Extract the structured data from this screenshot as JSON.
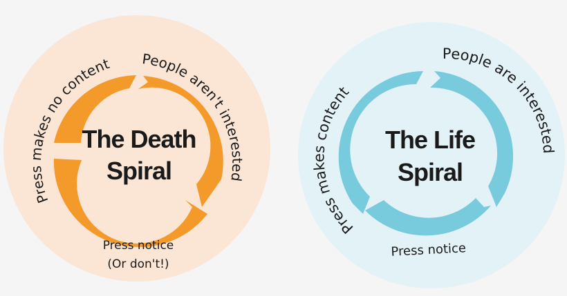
{
  "diagrams": [
    {
      "title_line1": "The Death",
      "title_line2": "Spiral",
      "label_top_left": "Press makes no content",
      "label_top_right": "People aren't interested",
      "label_bottom_line1": "Press notice",
      "label_bottom_line2": "(Or don't!)",
      "bg_color": "#fbe5d4",
      "arrow_color": "#f39a2b",
      "text_color": "#1a1a1a"
    },
    {
      "title_line1": "The Life",
      "title_line2": "Spiral",
      "label_top_left": "Press makes content",
      "label_top_right": "People are interested",
      "label_bottom_line1": "Press notice",
      "bg_color": "#e3f2f7",
      "arrow_color": "#78cbdc",
      "text_color": "#1a1a1a"
    }
  ]
}
